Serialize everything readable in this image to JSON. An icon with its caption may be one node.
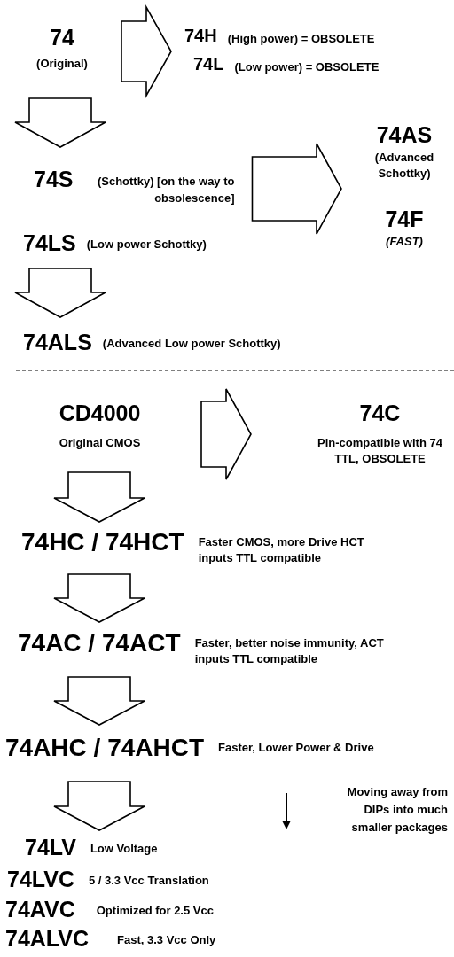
{
  "diagram": {
    "nodes": [
      {
        "text": [
          "74",
          "(Original)"
        ]
      },
      {
        "text": [
          "74H",
          "(High power) = OBSOLETE"
        ]
      },
      {
        "text": [
          "74L",
          "(Low power) = OBSOLETE"
        ]
      },
      {
        "text": [
          "74S",
          "(Schottky) [on the way to obsolescence]"
        ]
      },
      {
        "text": [
          "74LS",
          "(Low power Schottky)"
        ]
      },
      {
        "text": [
          "74AS",
          "(Advanced Schottky)"
        ]
      },
      {
        "text": [
          "74F",
          "(FAST)"
        ]
      },
      {
        "text": [
          "74ALS",
          "(Advanced Low power Schottky)"
        ]
      },
      {
        "text": [
          "CD4000",
          "Original CMOS"
        ]
      },
      {
        "text": [
          "74C",
          "Pin-compatible with 74 TTL, OBSOLETE"
        ]
      },
      {
        "text": [
          "74HC / 74HCT",
          "Faster CMOS, more Drive HCT inputs TTL compatible"
        ]
      },
      {
        "text": [
          "74AC / 74ACT",
          "Faster, better noise immunity, ACT inputs TTL compatible"
        ]
      },
      {
        "text": [
          "74AHC / 74AHCT",
          "Faster, Lower Power & Drive"
        ]
      },
      {
        "text": [
          "74LV",
          "Low Voltage"
        ]
      },
      {
        "text": [
          "74LVC",
          "5 / 3.3 Vcc Translation"
        ]
      },
      {
        "text": [
          "74AVC",
          "Optimized for 2.5 Vcc"
        ]
      },
      {
        "text": [
          "74ALVC",
          "Fast, 3.3 Vcc Only"
        ]
      }
    ],
    "edges": [
      {
        "from": 0,
        "to": 1,
        "arrow": "to"
      },
      {
        "from": 0,
        "to": 2,
        "arrow": "to"
      },
      {
        "from": 0,
        "to": 3,
        "arrow": "to"
      },
      {
        "from": 3,
        "to": 5,
        "arrow": "to"
      },
      {
        "from": 3,
        "to": 6,
        "arrow": "to"
      },
      {
        "from": 4,
        "to": 7,
        "arrow": "to"
      },
      {
        "from": 8,
        "to": 9,
        "arrow": "to"
      },
      {
        "from": 8,
        "to": 10,
        "arrow": "to"
      },
      {
        "from": 10,
        "to": 11,
        "arrow": "to"
      },
      {
        "from": 11,
        "to": 12,
        "arrow": "to"
      },
      {
        "from": 12,
        "to": 13,
        "arrow": "to"
      }
    ],
    "labels": [
      "Moving away from DIPs into much smaller packages"
    ]
  }
}
